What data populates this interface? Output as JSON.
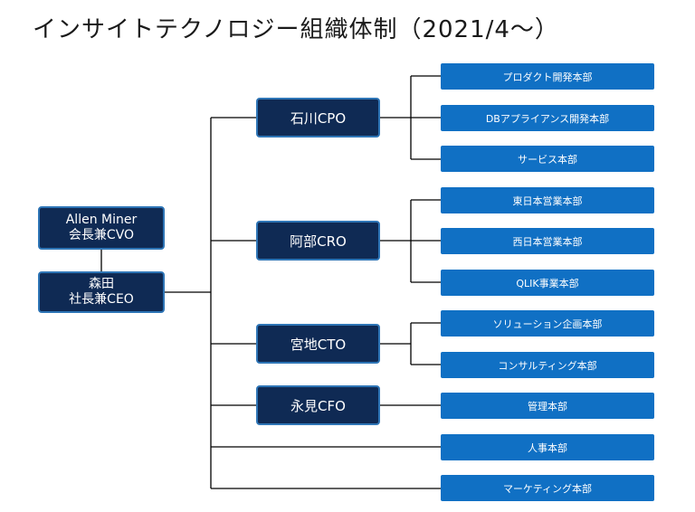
{
  "title": "インサイトテクノロジー組織体制（2021/4〜）",
  "executives": [
    {
      "line1": "Allen Miner",
      "line2": "会長兼CVO"
    },
    {
      "line1": "森田",
      "line2": "社長兼CEO"
    }
  ],
  "officers": [
    "石川CPO",
    "阿部CRO",
    "宮地CTO",
    "永見CFO"
  ],
  "departments": [
    "プロダクト開発本部",
    "DBアプライアンス開発本部",
    "サービス本部",
    "東日本営業本部",
    "西日本営業本部",
    "QLIK事業本部",
    "ソリューション企画本部",
    "コンサルティング本部",
    "管理本部",
    "人事本部",
    "マーケティング本部"
  ],
  "colors": {
    "exec_fill": "#0f2a54",
    "exec_border": "#2e75b6",
    "dept_fill": "#1070c4",
    "connector": "#000000"
  }
}
